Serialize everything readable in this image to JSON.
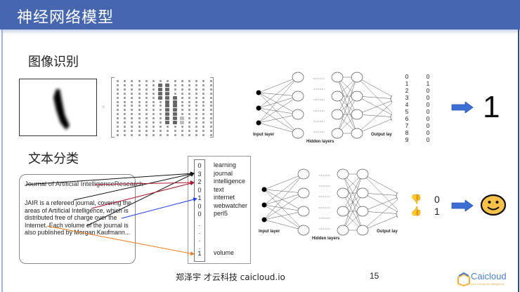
{
  "header": {
    "title": "神经网络模型"
  },
  "sections": {
    "image_recognition": "图像识别",
    "text_classification": "文本分类"
  },
  "image_recognition": {
    "approx_symbol": "≈",
    "matrix": {
      "rows": 14,
      "cols": 14,
      "dark_cells": [
        [
          1,
          6
        ],
        [
          2,
          6
        ],
        [
          3,
          6
        ],
        [
          4,
          6
        ],
        [
          1,
          7
        ],
        [
          2,
          7
        ],
        [
          3,
          7
        ],
        [
          4,
          7
        ],
        [
          5,
          7
        ],
        [
          6,
          7
        ],
        [
          7,
          7
        ],
        [
          8,
          7
        ],
        [
          9,
          7
        ],
        [
          10,
          7
        ],
        [
          4,
          8
        ],
        [
          5,
          8
        ],
        [
          6,
          8
        ],
        [
          7,
          8
        ],
        [
          8,
          8
        ],
        [
          9,
          8
        ],
        [
          10,
          8
        ],
        [
          9,
          9
        ],
        [
          10,
          9
        ]
      ]
    },
    "network_labels": {
      "input": "Input layer",
      "hidden": "Hidden layers",
      "output": "Output layer"
    },
    "class_labels": [
      "0",
      "1",
      "2",
      "3",
      "4",
      "5",
      "6",
      "7",
      "8",
      "9"
    ],
    "one_hot": [
      "0",
      "1",
      "0",
      "0",
      "0",
      "0",
      "0",
      "0",
      "0",
      "0"
    ],
    "result": "1",
    "arrow_color": "#3b6fd4"
  },
  "text_classification": {
    "doc_title": "Journal of Artificial IntelligenceResearch",
    "doc_body": "JAIR is a refereed journal, covering the areas of Artificial Intelligence, which is distributed free of charge over the Internet. Each volume of the journal is also published by Morgan Kaufmann...",
    "vector": [
      {
        "count": "0",
        "word": "learning"
      },
      {
        "count": "3",
        "word": "journal"
      },
      {
        "count": "2",
        "word": "intelligence"
      },
      {
        "count": "0",
        "word": "text"
      },
      {
        "count": "1",
        "word": "internet"
      },
      {
        "count": "0",
        "word": "webwatcher"
      },
      {
        "count": "0",
        "word": "perl5"
      },
      {
        "count": ".",
        "word": ""
      },
      {
        "count": ".",
        "word": ""
      },
      {
        "count": ".",
        "word": ""
      },
      {
        "count": ".",
        "word": ""
      },
      {
        "count": "1",
        "word": "volume"
      }
    ],
    "network_labels": {
      "input": "Input layer",
      "hidden": "Hidden layers",
      "output": "Output layer"
    },
    "sentiment": [
      {
        "icon": "thumbs-down-icon",
        "value": "0"
      },
      {
        "icon": "thumbs-up-icon",
        "value": "1"
      }
    ],
    "result_icon": "smiley-face-icon",
    "link_colors": {
      "black": "#111111",
      "red": "#b0172f",
      "blue": "#1a3ee8",
      "orange": "#f07a1a"
    }
  },
  "footer": {
    "text": "郑泽宇 才云科技 caicloud.io",
    "page_number": "15",
    "logo_text": "Caicloud",
    "logo_subtext": "your enterprise intelligence"
  }
}
